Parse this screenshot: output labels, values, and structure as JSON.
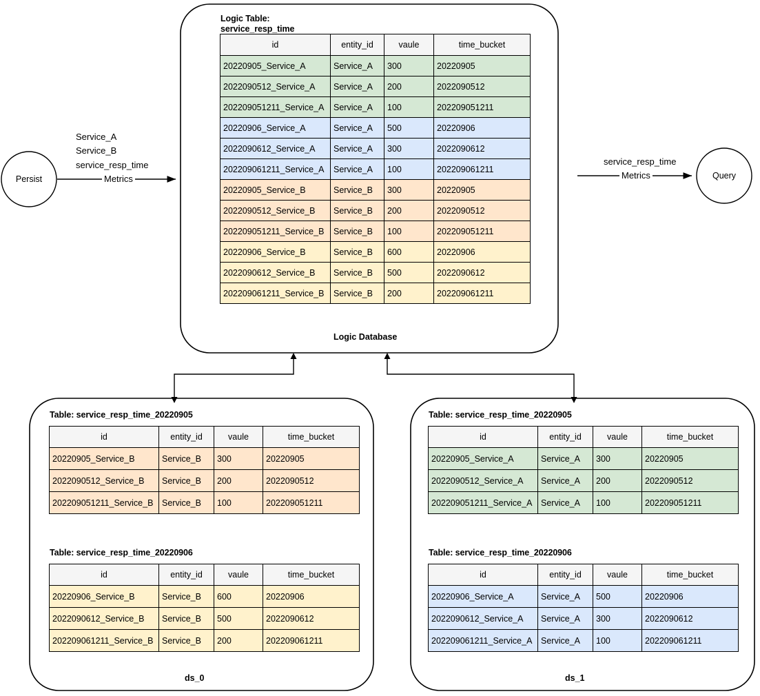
{
  "diagram": {
    "columns": [
      "id",
      "entity_id",
      "vaule",
      "time_bucket"
    ],
    "logic_db": {
      "caption": "Logic Database",
      "table_title_line1": "Logic Table:",
      "table_title_line2": "service_resp_time",
      "rows": [
        {
          "id": "20220905_Service_A",
          "entity_id": "Service_A",
          "vaule": "300",
          "time_bucket": "20220905",
          "color": "green"
        },
        {
          "id": "2022090512_Service_A",
          "entity_id": "Service_A",
          "vaule": "200",
          "time_bucket": "2022090512",
          "color": "green"
        },
        {
          "id": "202209051211_Service_A",
          "entity_id": "Service_A",
          "vaule": "100",
          "time_bucket": "202209051211",
          "color": "green"
        },
        {
          "id": "20220906_Service_A",
          "entity_id": "Service_A",
          "vaule": "500",
          "time_bucket": "20220906",
          "color": "blue"
        },
        {
          "id": "2022090612_Service_A",
          "entity_id": "Service_A",
          "vaule": "300",
          "time_bucket": "2022090612",
          "color": "blue"
        },
        {
          "id": "202209061211_Service_A",
          "entity_id": "Service_A",
          "vaule": "100",
          "time_bucket": "202209061211",
          "color": "blue"
        },
        {
          "id": "20220905_Service_B",
          "entity_id": "Service_B",
          "vaule": "300",
          "time_bucket": "20220905",
          "color": "orange"
        },
        {
          "id": "2022090512_Service_B",
          "entity_id": "Service_B",
          "vaule": "200",
          "time_bucket": "2022090512",
          "color": "orange"
        },
        {
          "id": "202209051211_Service_B",
          "entity_id": "Service_B",
          "vaule": "100",
          "time_bucket": "202209051211",
          "color": "orange"
        },
        {
          "id": "20220906_Service_B",
          "entity_id": "Service_B",
          "vaule": "600",
          "time_bucket": "20220906",
          "color": "yellow"
        },
        {
          "id": "2022090612_Service_B",
          "entity_id": "Service_B",
          "vaule": "500",
          "time_bucket": "2022090612",
          "color": "yellow"
        },
        {
          "id": "202209061211_Service_B",
          "entity_id": "Service_B",
          "vaule": "200",
          "time_bucket": "202209061211",
          "color": "yellow"
        }
      ]
    },
    "persist_node": {
      "label": "Persist"
    },
    "query_node": {
      "label": "Query"
    },
    "persist_edge": {
      "line1": "Service_A",
      "line2": "Service_B",
      "line3": "service_resp_time",
      "line4": "Metrics"
    },
    "query_edge": {
      "line1": "service_resp_time",
      "line2": "Metrics"
    },
    "ds_0": {
      "caption": "ds_0",
      "tables": [
        {
          "title": "Table: service_resp_time_20220905",
          "rows": [
            {
              "id": "20220905_Service_B",
              "entity_id": "Service_B",
              "vaule": "300",
              "time_bucket": "20220905",
              "color": "orange"
            },
            {
              "id": "2022090512_Service_B",
              "entity_id": "Service_B",
              "vaule": "200",
              "time_bucket": "2022090512",
              "color": "orange"
            },
            {
              "id": "202209051211_Service_B",
              "entity_id": "Service_B",
              "vaule": "100",
              "time_bucket": "202209051211",
              "color": "orange"
            }
          ]
        },
        {
          "title": "Table: service_resp_time_20220906",
          "rows": [
            {
              "id": "20220906_Service_B",
              "entity_id": "Service_B",
              "vaule": "600",
              "time_bucket": "20220906",
              "color": "yellow"
            },
            {
              "id": "2022090612_Service_B",
              "entity_id": "Service_B",
              "vaule": "500",
              "time_bucket": "2022090612",
              "color": "yellow"
            },
            {
              "id": "202209061211_Service_B",
              "entity_id": "Service_B",
              "vaule": "200",
              "time_bucket": "202209061211",
              "color": "yellow"
            }
          ]
        }
      ]
    },
    "ds_1": {
      "caption": "ds_1",
      "tables": [
        {
          "title": "Table: service_resp_time_20220905",
          "rows": [
            {
              "id": "20220905_Service_A",
              "entity_id": "Service_A",
              "vaule": "300",
              "time_bucket": "20220905",
              "color": "green"
            },
            {
              "id": "2022090512_Service_A",
              "entity_id": "Service_A",
              "vaule": "200",
              "time_bucket": "2022090512",
              "color": "green"
            },
            {
              "id": "202209051211_Service_A",
              "entity_id": "Service_A",
              "vaule": "100",
              "time_bucket": "202209051211",
              "color": "green"
            }
          ]
        },
        {
          "title": "Table: service_resp_time_20220906",
          "rows": [
            {
              "id": "20220906_Service_A",
              "entity_id": "Service_A",
              "vaule": "500",
              "time_bucket": "20220906",
              "color": "blue"
            },
            {
              "id": "2022090612_Service_A",
              "entity_id": "Service_A",
              "vaule": "300",
              "time_bucket": "2022090612",
              "color": "blue"
            },
            {
              "id": "202209061211_Service_A",
              "entity_id": "Service_A",
              "vaule": "100",
              "time_bucket": "202209061211",
              "color": "blue"
            }
          ]
        }
      ]
    },
    "colors": {
      "green": "#d5e8d4",
      "blue": "#dae8fc",
      "orange": "#ffe6cc",
      "yellow": "#fff2cc",
      "header": "#f5f5f5",
      "stroke": "#000000"
    }
  }
}
